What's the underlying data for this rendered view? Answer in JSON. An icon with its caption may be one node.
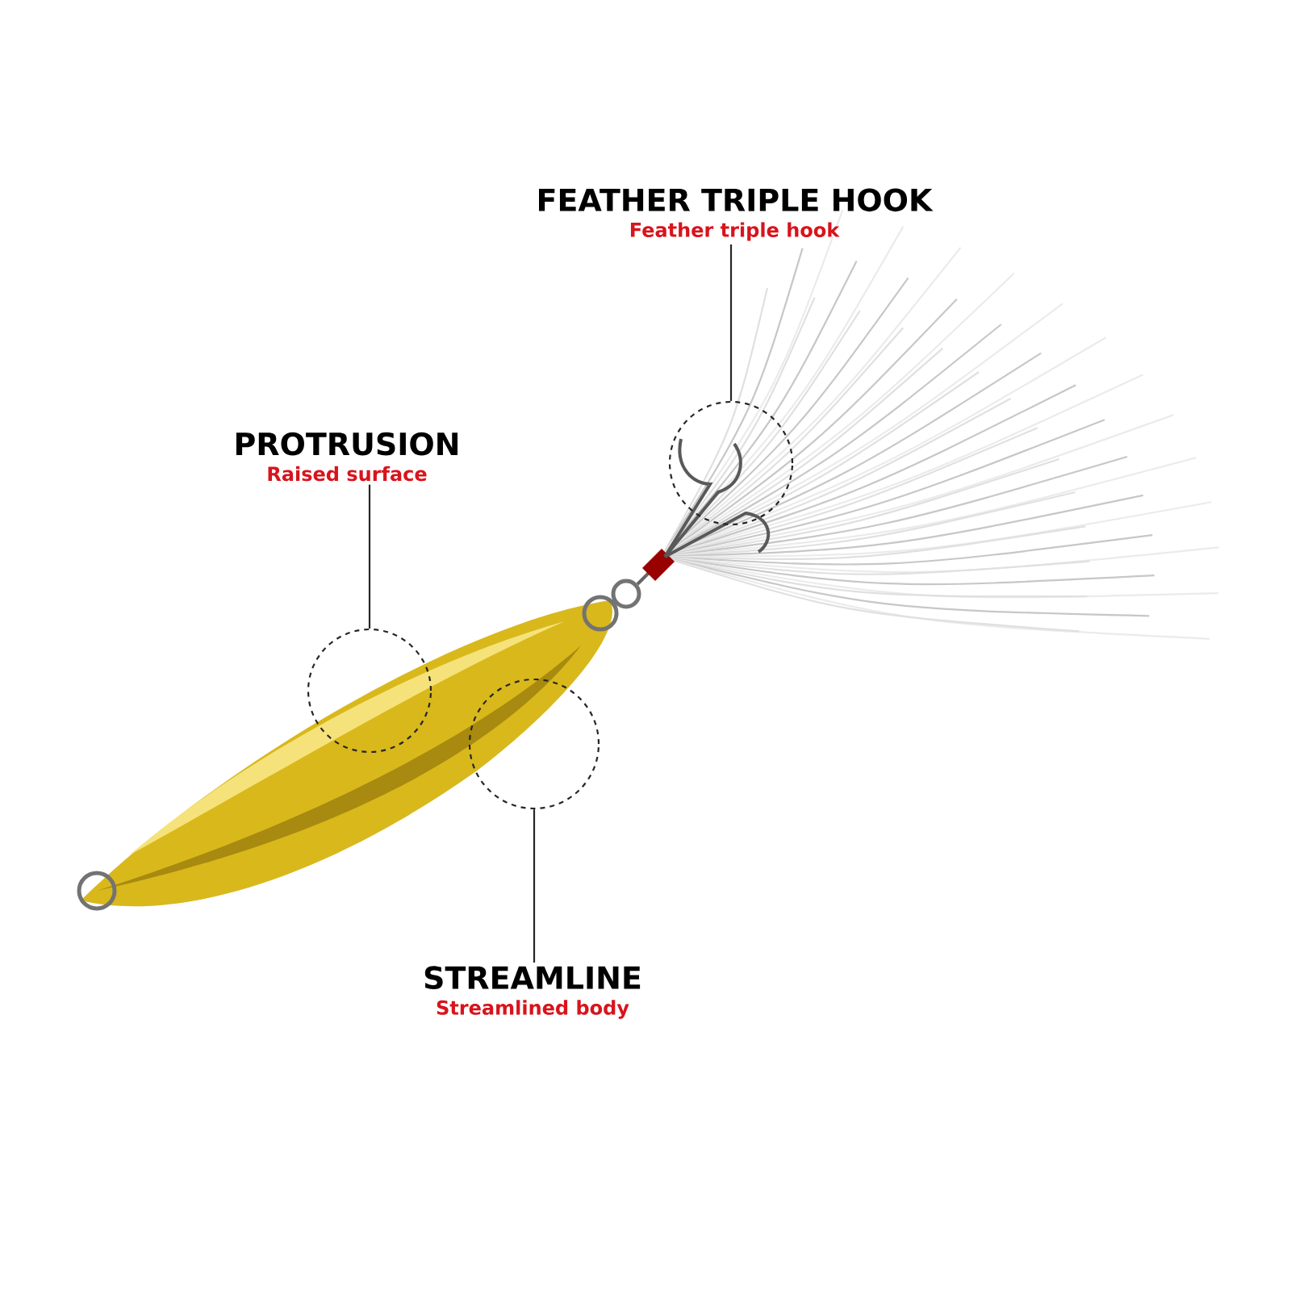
{
  "diagram": {
    "nodes": [
      {
        "text": [
          "FEATHER TRIPLE HOOK",
          "Feather triple hook"
        ]
      },
      {
        "text": [],
        "shape": "circle"
      },
      {
        "text": [
          "PROTRUSION",
          "Raised surface"
        ]
      },
      {
        "text": [],
        "shape": "circle"
      },
      {
        "text": [],
        "shape": "circle"
      },
      {
        "text": [
          "STREAMLINE",
          "Streamlined body"
        ]
      }
    ],
    "edges": [
      {
        "from": 0,
        "to": 1,
        "arrow": "none"
      },
      {
        "from": 2,
        "to": 3,
        "arrow": "none"
      },
      {
        "from": 5,
        "to": 4,
        "arrow": "none"
      }
    ]
  }
}
